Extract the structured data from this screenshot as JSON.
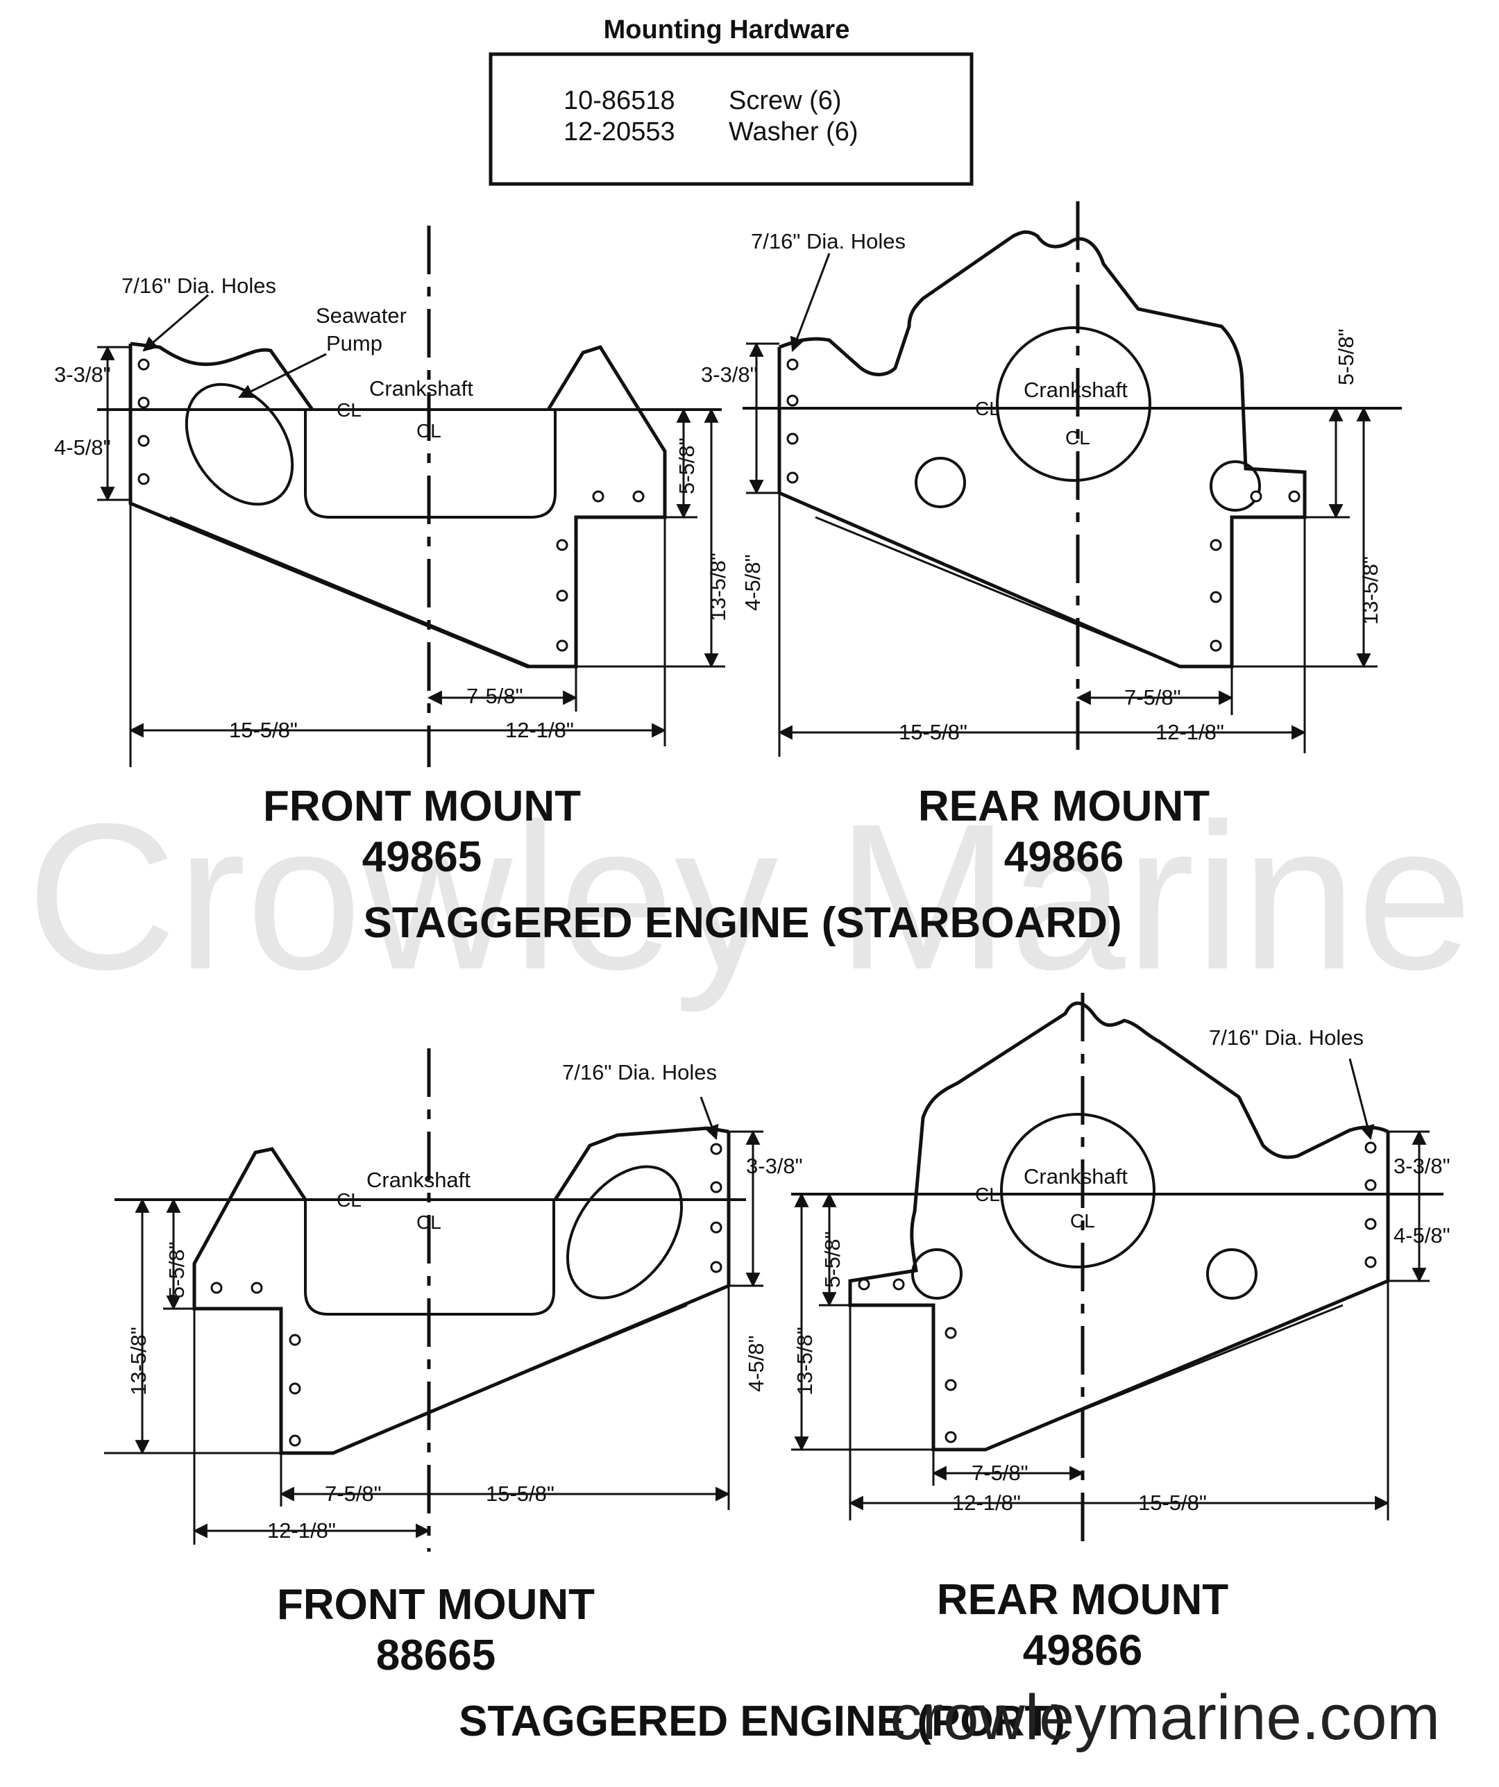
{
  "hardware": {
    "title": "Mounting Hardware",
    "items": [
      {
        "part": "10-86518",
        "desc": "Screw (6)"
      },
      {
        "part": "12-20553",
        "desc": "Washer (6)"
      }
    ]
  },
  "common": {
    "holes": "7/16\" Dia. Holes",
    "crankshaft": "Crankshaft",
    "cl": "CL",
    "seawater_1": "Seawater",
    "seawater_2": "Pump"
  },
  "dims": {
    "d338": "3-3/8\"",
    "d458": "4-5/8\"",
    "d558": "5-5/8\"",
    "d1358": "13-5/8\"",
    "d758": "7-5/8\"",
    "d1558": "15-5/8\"",
    "d1218": "12-1/8\""
  },
  "starboard": {
    "front_title": "FRONT MOUNT",
    "front_part": "49865",
    "rear_title": "REAR MOUNT",
    "rear_part": "49866",
    "caption": "STAGGERED ENGINE (STARBOARD)"
  },
  "port": {
    "front_title": "FRONT MOUNT",
    "front_part": "88665",
    "rear_title": "REAR MOUNT",
    "rear_part": "49866",
    "caption": "STAGGERED ENGINE (PORT)"
  },
  "watermark": {
    "center": "Crowley Marine",
    "url": "crowleymarine.com"
  }
}
